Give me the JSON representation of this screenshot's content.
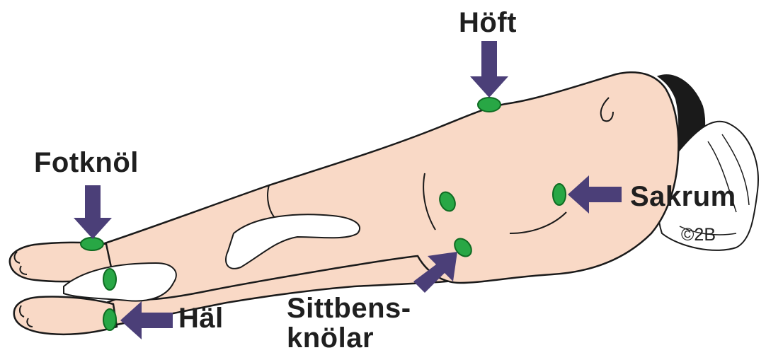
{
  "labels": {
    "hip": "Höft",
    "ankle": "Fotknöl",
    "sacrum": "Sakrum",
    "heel": "Häl",
    "sitbones_line1": "Sittbens-",
    "sitbones_line2": "knölar"
  },
  "copyright": "©2B",
  "colors": {
    "skin": "#f9d9c6",
    "outline": "#1a1a1a",
    "arrow": "#4b3f78",
    "pad": "#28a745",
    "pad_dark": "#0f6b22",
    "towel": "#ffffff",
    "hair": "#1a1a1a"
  }
}
